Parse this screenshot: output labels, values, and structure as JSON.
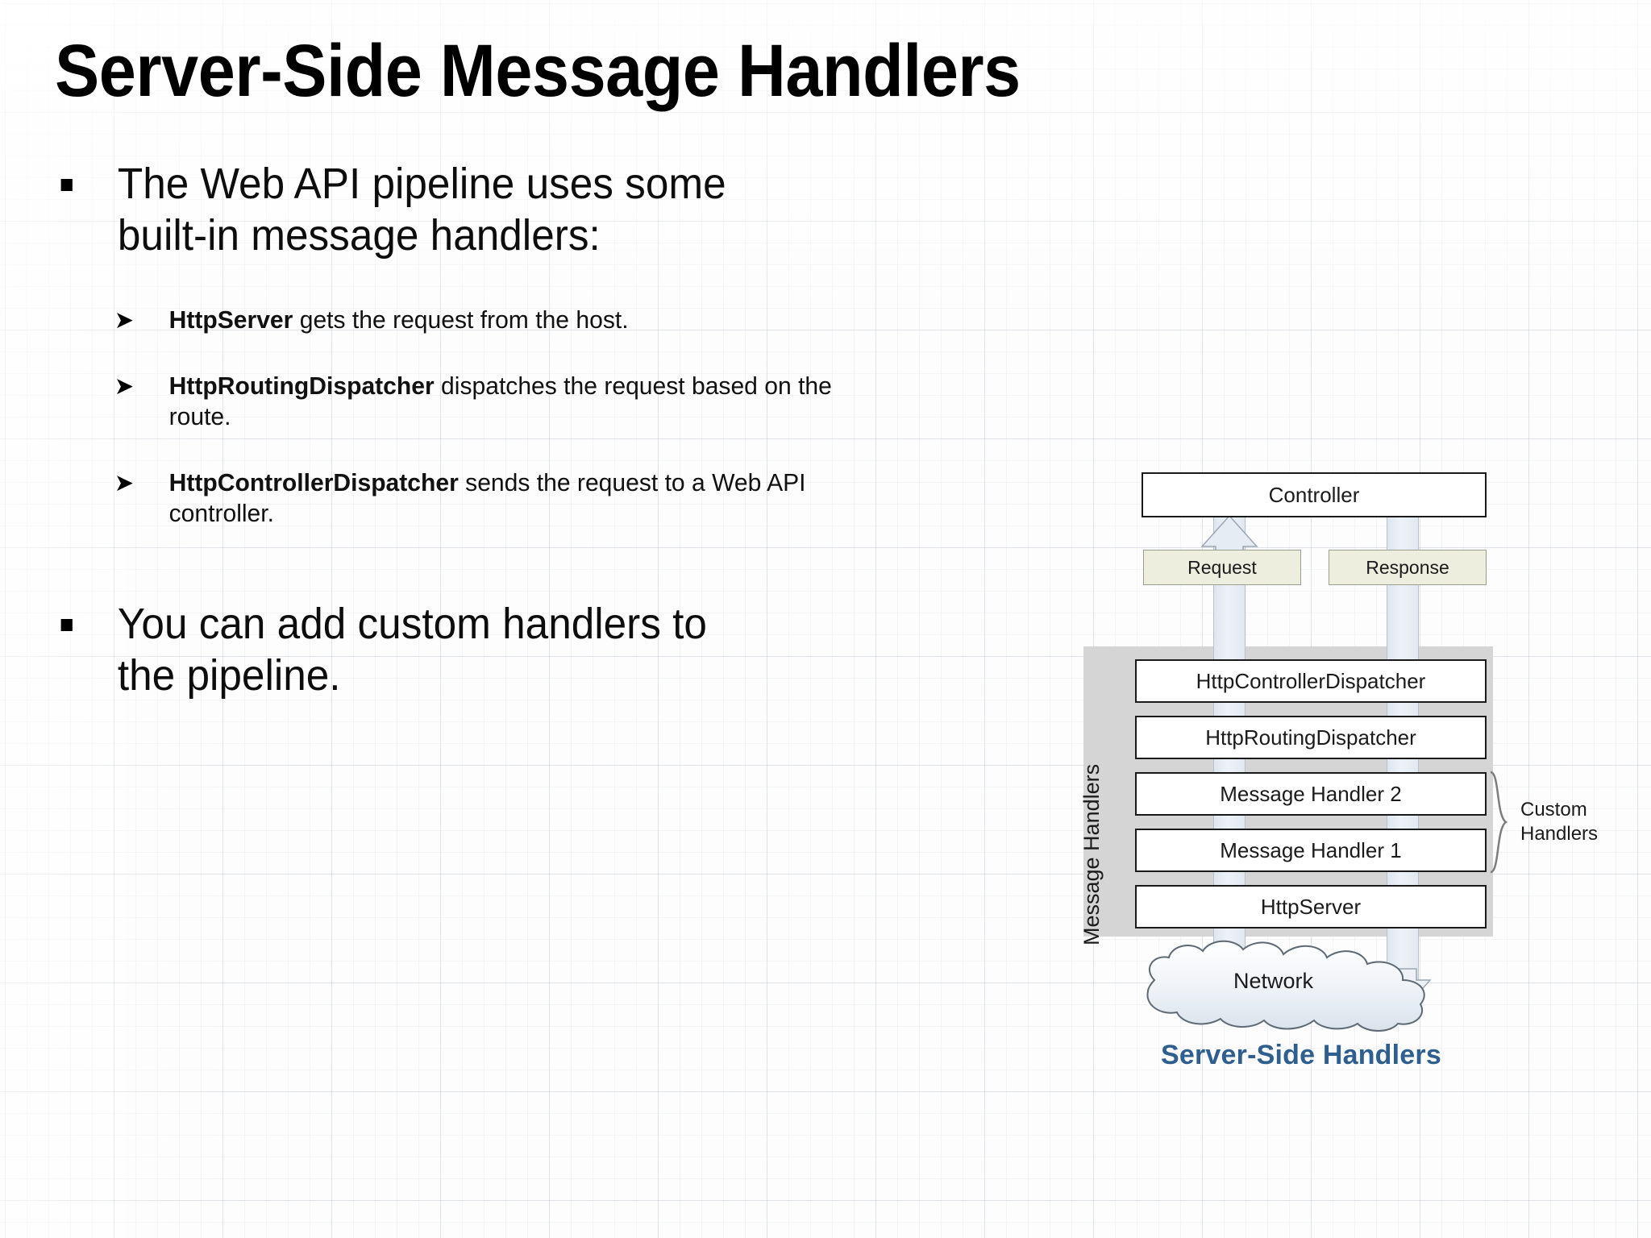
{
  "slide": {
    "title": "Server-Side Message Handlers",
    "bullets": [
      {
        "level": 1,
        "marker": "square-bullet",
        "text": "The Web API pipeline uses some built-in message handlers:"
      },
      {
        "level": 2,
        "marker": "arrow-bullet",
        "bold": "HttpServer",
        "rest": " gets the request from the host."
      },
      {
        "level": 2,
        "marker": "arrow-bullet",
        "bold": "HttpRoutingDispatcher",
        "rest": " dispatches the request based on the route."
      },
      {
        "level": 2,
        "marker": "arrow-bullet",
        "bold": "HttpControllerDispatcher",
        "rest": " sends the request to a Web API controller."
      },
      {
        "level": 1,
        "marker": "square-bullet",
        "text": "You can add custom handlers to the pipeline."
      }
    ]
  },
  "diagram": {
    "caption": "Server-Side Handlers",
    "caption_color": "#2e5f8f",
    "controller": "Controller",
    "flow_labels": {
      "request": "Request",
      "response": "Response"
    },
    "panel_label": "Message Handlers",
    "panel_color": "#d5d5d5",
    "stack": [
      "HttpControllerDispatcher",
      "HttpRoutingDispatcher",
      "Message Handler 2",
      "Message Handler 1",
      "HttpServer"
    ],
    "brace_label_line1": "Custom",
    "brace_label_line2": "Handlers",
    "network": "Network"
  }
}
